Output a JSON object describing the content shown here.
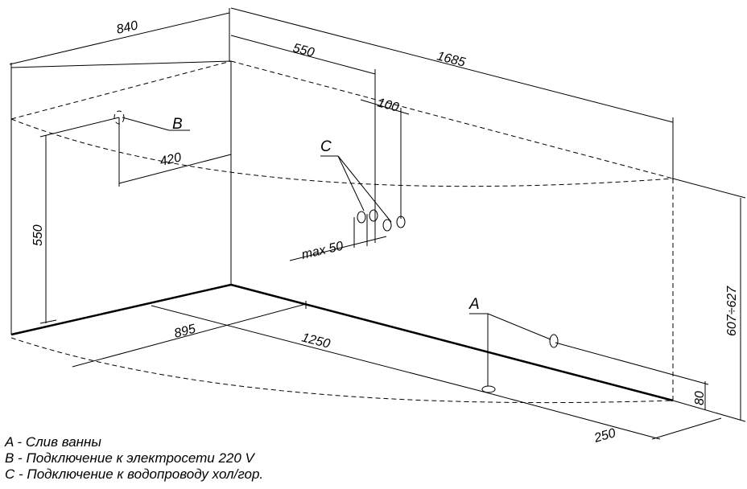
{
  "dimensions": {
    "d840": "840",
    "d550_top": "550",
    "d1685": "1685",
    "d100": "100",
    "d420": "420",
    "d550_left": "550",
    "max50": "max 50",
    "d895": "895",
    "d1250": "1250",
    "d607": "607÷627",
    "d80": "80",
    "d250": "250"
  },
  "markers": {
    "a": "A",
    "b": "B",
    "c": "C"
  },
  "legend": {
    "line_a": "A - Слив ванны",
    "line_b": "B - Подключение к электросети 220 V",
    "line_c": "C - Подключение к водопроводу хол/гор."
  }
}
